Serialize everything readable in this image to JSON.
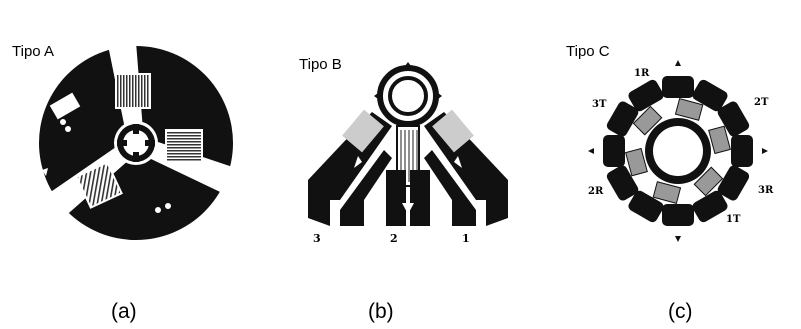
{
  "panels": [
    {
      "type_label": "Tipo A",
      "caption": "(a)"
    },
    {
      "type_label": "Tipo B",
      "caption": "(b)",
      "terminals": [
        "3",
        "2",
        "1"
      ]
    },
    {
      "type_label": "Tipo C",
      "caption": "(c)",
      "grid_labels": [
        "1R",
        "2T",
        "3T",
        "3R",
        "2R",
        "1T"
      ]
    }
  ],
  "colors": {
    "ink": "#111111",
    "grid_hatch": "#555555",
    "background": "#ffffff"
  }
}
